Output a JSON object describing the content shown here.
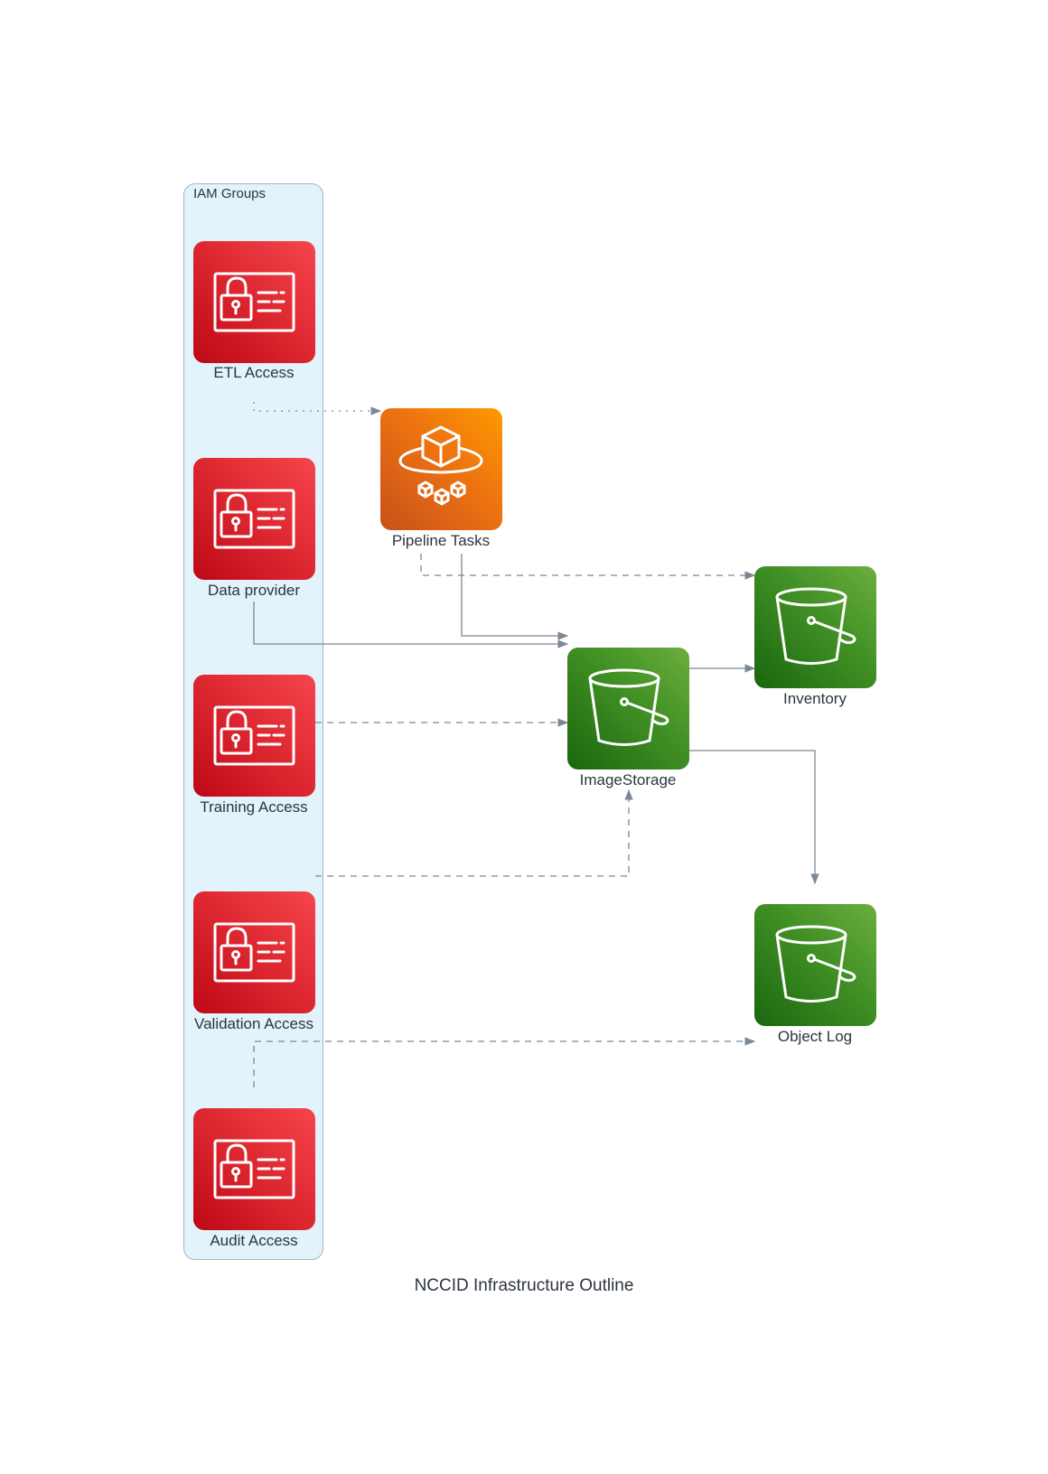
{
  "diagram": {
    "caption": "NCCID Infrastructure Outline",
    "group": {
      "label": "IAM Groups"
    },
    "nodes": {
      "etl_access": {
        "label": "ETL Access",
        "icon": "iam-identity-card-icon"
      },
      "data_provider": {
        "label": "Data provider",
        "icon": "iam-identity-card-icon"
      },
      "training_access": {
        "label": "Training Access",
        "icon": "iam-identity-card-icon"
      },
      "validation_access": {
        "label": "Validation Access",
        "icon": "iam-identity-card-icon"
      },
      "audit_access": {
        "label": "Audit Access",
        "icon": "iam-identity-card-icon"
      },
      "pipeline_tasks": {
        "label": "Pipeline Tasks",
        "icon": "ecs-fargate-icon"
      },
      "image_storage": {
        "label": "ImageStorage",
        "icon": "s3-bucket-icon"
      },
      "inventory": {
        "label": "Inventory",
        "icon": "s3-bucket-icon"
      },
      "object_log": {
        "label": "Object Log",
        "icon": "s3-bucket-icon"
      }
    },
    "colors": {
      "iam": "#dd344c",
      "ecs": "#ed7100",
      "s3": "#3f8624",
      "group_fill": "#e3f3fb",
      "edge": "#7b8896"
    }
  }
}
